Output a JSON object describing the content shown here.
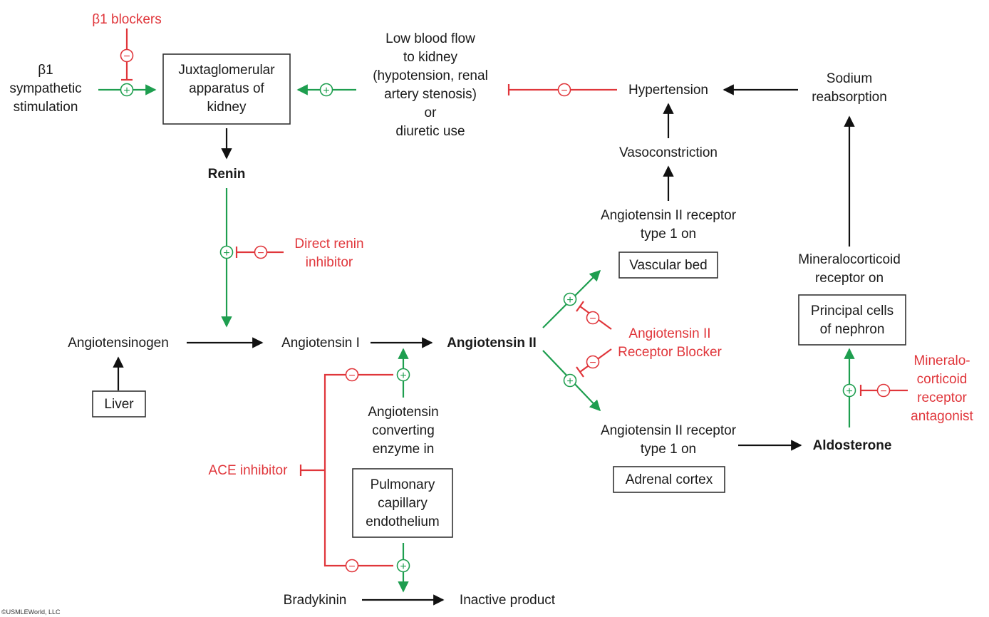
{
  "labels": {
    "beta1_blockers": "β1 blockers",
    "beta1_line1": "β1",
    "beta1_line2": "sympathetic",
    "beta1_line3": "stimulation",
    "jga_line1": "Juxtaglomerular",
    "jga_line2": "apparatus of",
    "jga_line3": "kidney",
    "lowflow_line1": "Low blood flow",
    "lowflow_line2": "to kidney",
    "lowflow_line3": "(hypotension, renal",
    "lowflow_line4": "artery stenosis)",
    "lowflow_line5": "or",
    "lowflow_line6": "diuretic use",
    "hypertension": "Hypertension",
    "sodium_line1": "Sodium",
    "sodium_line2": "reabsorption",
    "renin": "Renin",
    "vasoconstriction": "Vasoconstriction",
    "at1_vasc_line1": "Angiotensin II receptor",
    "at1_vasc_line2": "type 1 on",
    "vascular_bed": "Vascular bed",
    "mr_line1": "Mineralocorticoid",
    "mr_line2": "receptor on",
    "principal_line1": "Principal cells",
    "principal_line2": "of nephron",
    "dri_line1": "Direct renin",
    "dri_line2": "inhibitor",
    "angiotensinogen": "Angiotensinogen",
    "angiotensin1": "Angiotensin I",
    "angiotensin2": "Angiotensin II",
    "arb_line1": "Angiotensin II",
    "arb_line2": "Receptor Blocker",
    "mra_line1": "Mineralo-",
    "mra_line2": "corticoid",
    "mra_line3": "receptor",
    "mra_line4": "antagonist",
    "liver": "Liver",
    "ace_line1": "Angiotensin",
    "ace_line2": "converting",
    "ace_line3": "enzyme in",
    "pulm_line1": "Pulmonary",
    "pulm_line2": "capillary",
    "pulm_line3": "endothelium",
    "ace_inhibitor": "ACE inhibitor",
    "at1_adr_line1": "Angiotensin II receptor",
    "at1_adr_line2": "type 1 on",
    "adrenal_cortex": "Adrenal cortex",
    "aldosterone": "Aldosterone",
    "bradykinin": "Bradykinin",
    "inactive_product": "Inactive product",
    "copyright": "©USMLEWorld, LLC"
  },
  "signs": {
    "plus": "+",
    "minus": "−"
  },
  "colors": {
    "stimulate": "#1e9e4f",
    "inhibit": "#e0363b",
    "text": "#1a1a1a",
    "arrow": "#111111"
  }
}
